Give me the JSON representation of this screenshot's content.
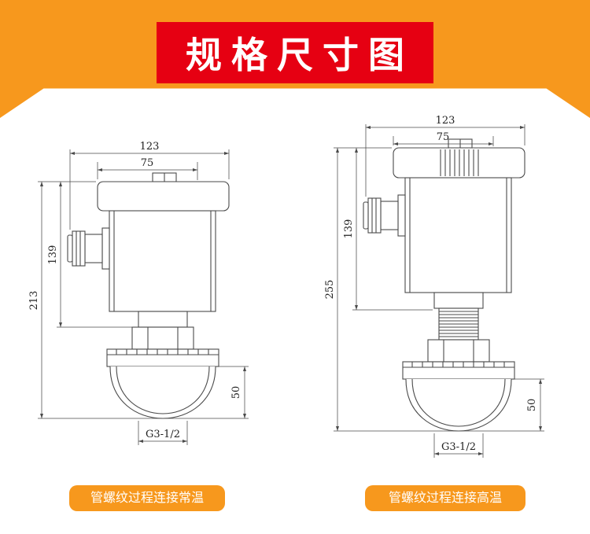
{
  "header": {
    "title": "规格尺寸图"
  },
  "drawings": [
    {
      "variant": "normal-temperature",
      "caption": "管螺纹过程连接常温",
      "dims": {
        "overall_width": "123",
        "head_width": "75",
        "head_height": "139",
        "total_height": "213",
        "dome_height": "50",
        "thread": "G3-1/2"
      }
    },
    {
      "variant": "high-temperature",
      "caption": "管螺纹过程连接高温",
      "dims": {
        "overall_width": "123",
        "head_width": "75",
        "head_height": "139",
        "total_height": "255",
        "dome_height": "50",
        "thread": "G3-1/2"
      }
    }
  ],
  "colors": {
    "accent_orange": "#f7981d",
    "title_red": "#e60012",
    "line": "#4a4a4a"
  }
}
